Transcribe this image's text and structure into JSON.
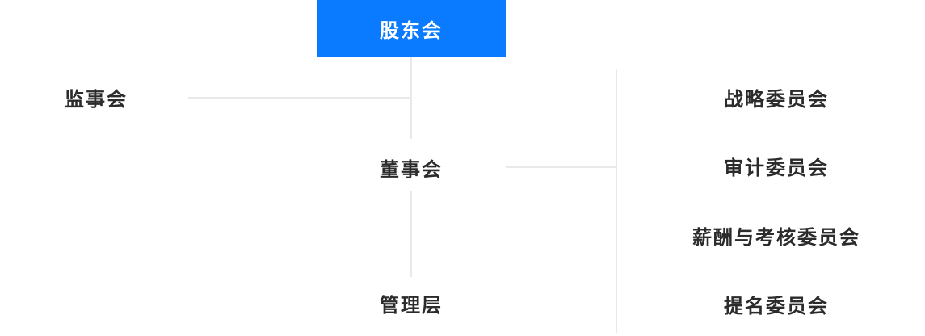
{
  "colors": {
    "root_node_background": "#0a7bff",
    "root_node_text": "#ffffff",
    "label_text": "#2b2b2b",
    "connector_line": "#e9e9e9",
    "page_background": "#ffffff"
  },
  "org": {
    "root": {
      "label": "股东会"
    },
    "supervisory": {
      "label": "监事会"
    },
    "board": {
      "label": "董事会"
    },
    "management": {
      "label": "管理层"
    },
    "committees": [
      {
        "label": "战略委员会"
      },
      {
        "label": "审计委员会"
      },
      {
        "label": "薪酬与考核委员会"
      },
      {
        "label": "提名委员会"
      }
    ]
  }
}
